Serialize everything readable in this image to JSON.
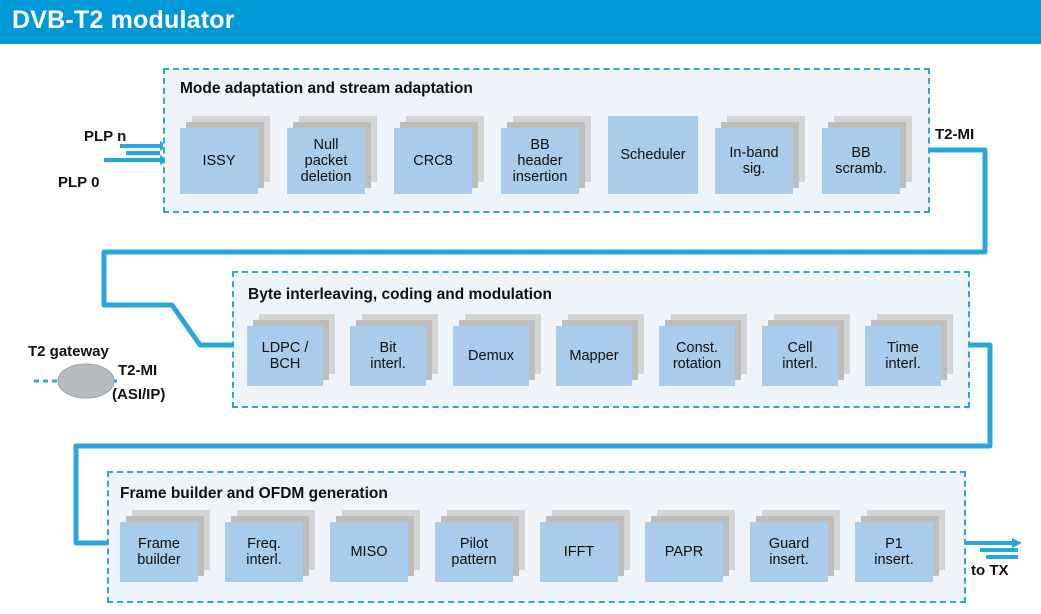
{
  "title": "DVB-T2 modulator",
  "sections": {
    "mode": "Mode adaptation and stream adaptation",
    "byte": "Byte interleaving, coding and modulation",
    "frame": "Frame builder and OFDM generation"
  },
  "blocks_row1": [
    "ISSY",
    "Null\npacket\ndeletion",
    "CRC8",
    "BB\nheader\ninsertion",
    "Scheduler",
    "In-band\nsig.",
    "BB\nscramb."
  ],
  "blocks_row2": [
    "LDPC /\nBCH",
    "Bit\ninterl.",
    "Demux",
    "Mapper",
    "Const.\nrotation",
    "Cell\ninterl.",
    "Time\ninterl."
  ],
  "blocks_row3": [
    "Frame\nbuilder",
    "Freq.\ninterl.",
    "MISO",
    "Pilot\npattern",
    "IFFT",
    "PAPR",
    "Guard\ninsert.",
    "P1\ninsert."
  ],
  "labels": {
    "plp_n": "PLP n",
    "plp_0": "PLP 0",
    "t2mi_out": "T2-MI",
    "t2_gateway": "T2 gateway",
    "t2mi_in": "T2-MI",
    "asi_ip": "(ASI/IP)",
    "to_tx": "to TX"
  },
  "colors": {
    "header": "#0099d8",
    "block": "#a8cce9",
    "line": "#29a6dc",
    "panel": "#eef4fa"
  }
}
